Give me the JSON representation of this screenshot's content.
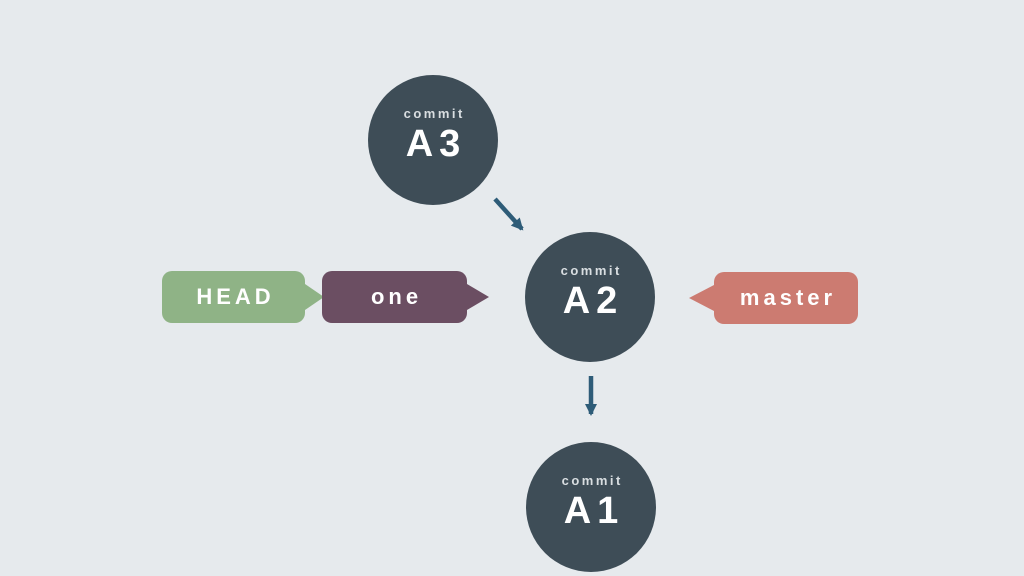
{
  "colors": {
    "background": "#e6eaed",
    "node": "#3e4d57",
    "node-text": "#ffffff",
    "node-subtext": "#d9dee1",
    "arrow": "#2e5c78",
    "head": "#8fb386",
    "one": "#6b4e62",
    "master": "#cc7b71",
    "tag-text": "#ffffff"
  },
  "diagram": {
    "type": "git-commit-graph",
    "nodes": [
      {
        "kind": "commit",
        "id": "A3"
      },
      {
        "kind": "commit",
        "id": "A2"
      },
      {
        "kind": "commit",
        "id": "A1"
      }
    ],
    "edges": [
      {
        "from": "A3",
        "to": "A2"
      },
      {
        "from": "A2",
        "to": "A1"
      }
    ],
    "tags": {
      "head": "HEAD",
      "one": "one",
      "master": "master"
    }
  }
}
